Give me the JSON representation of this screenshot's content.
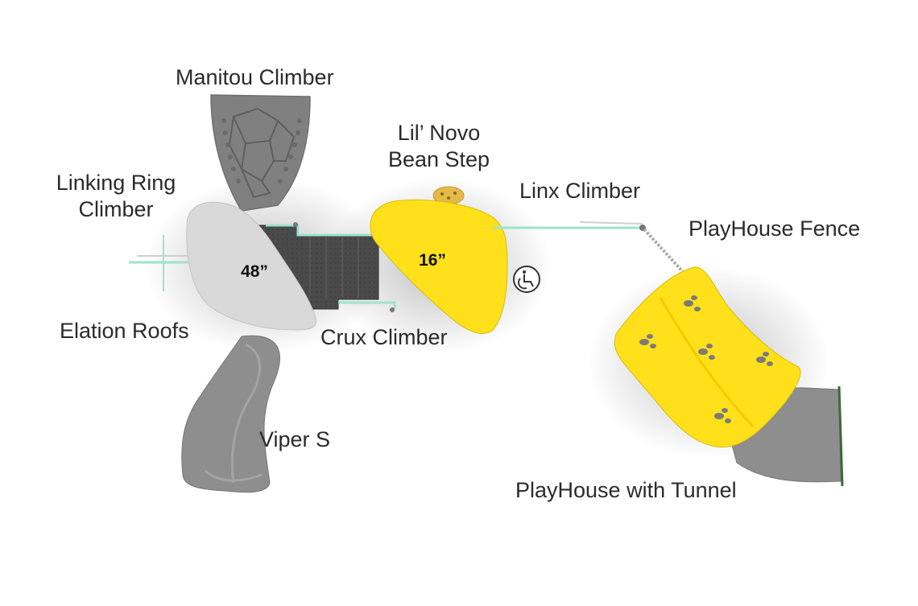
{
  "labels": {
    "manitou": "Manitou Climber",
    "novo_line1": "Lil’ Novo",
    "novo_line2": "Bean Step",
    "linking_line1": "Linking Ring",
    "linking_line2": "Climber",
    "linx": "Linx Climber",
    "fence": "PlayHouse Fence",
    "elation": "Elation Roofs",
    "crux": "Crux Climber",
    "viper": "Viper S",
    "playhouse": "PlayHouse with Tunnel"
  },
  "heights": {
    "left_deck": "48”",
    "right_deck": "16”"
  },
  "icons": {
    "accessibility": "wheelchair-icon"
  },
  "colors": {
    "yellow": "#ffe01a",
    "light_gray": "#d9d9d9",
    "dark_gray": "#454545",
    "slide_gray": "#8e8e8e",
    "rail_mint": "#9be3cf"
  }
}
